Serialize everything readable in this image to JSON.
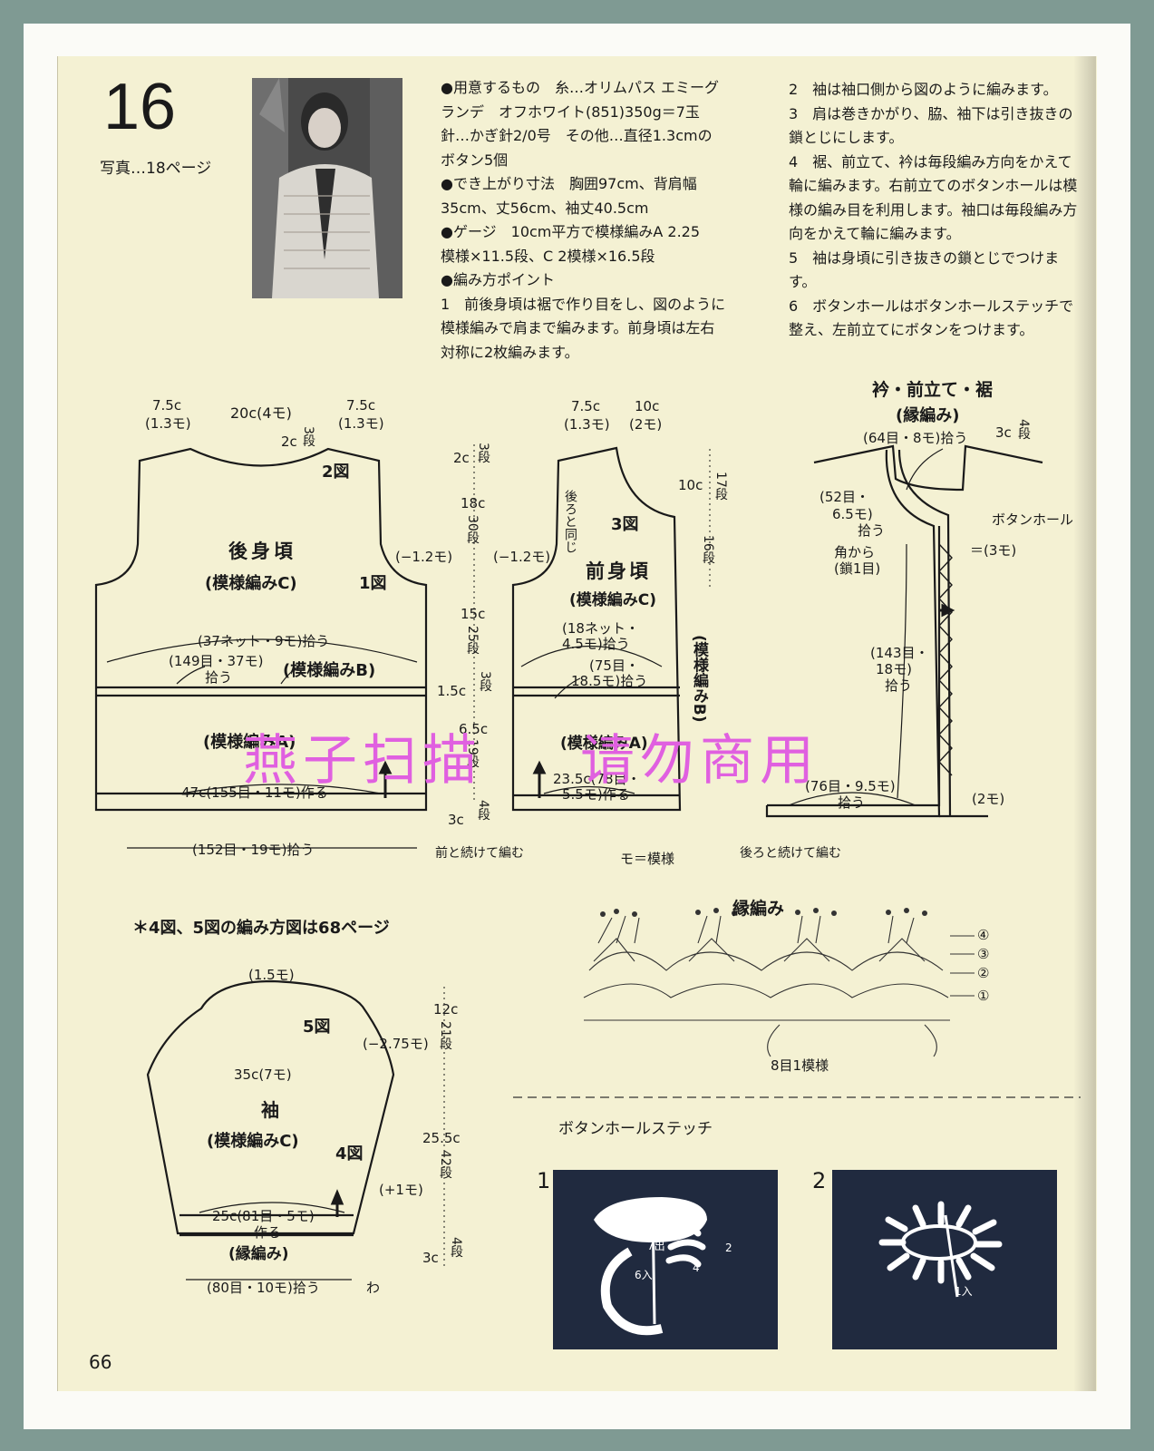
{
  "page": {
    "pattern_number": "16",
    "photo_ref": "写真…18ページ",
    "page_number": "66",
    "watermark_left": "燕子扫描",
    "watermark_right": "请勿商用"
  },
  "materials": {
    "lines": [
      "●用意するもの　糸…オリムパス エミーグ",
      "ランデ　オフホワイト(851)350g＝7玉",
      "針…かぎ針2/0号　その他…直径1.3cmの",
      "ボタン5個",
      "●でき上がり寸法　胸囲97cm、背肩幅",
      "35cm、丈56cm、袖丈40.5cm",
      "●ゲージ　10cm平方で模様編みA 2.25",
      "模様×11.5段、C 2模様×16.5段",
      "●編み方ポイント",
      "1　前後身頃は裾で作り目をし、図のように",
      "模様編みで肩まで編みます。前身頃は左右",
      "対称に2枚編みます。"
    ]
  },
  "steps": {
    "lines": [
      "2　袖は袖口側から図のように編みます。",
      "3　肩は巻きかがり、脇、袖下は引き抜きの",
      "鎖とじにします。",
      "4　裾、前立て、衿は毎段編み方向をかえて",
      "輪に編みます。右前立てのボタンホールは模",
      "様の編み目を利用します。袖口は毎段編み方",
      "向をかえて輪に編みます。",
      "5　袖は身頃に引き抜きの鎖とじでつけま",
      "す。",
      "6　ボタンホールはボタンホールステッチで",
      "整え、左前立てにボタンをつけます。"
    ]
  },
  "back_body": {
    "top_left": "7.5c",
    "top_left_sub": "(1.3モ)",
    "top_mid": "20c(4モ)",
    "top_right": "7.5c",
    "top_right_sub": "(1.3モ)",
    "neck": "2c",
    "neck_rows": "3段",
    "fig": "2図",
    "title": "後身頃",
    "pattern_c": "(模様編みC)",
    "fig1": "1図",
    "armhole_dec": "(−1.2モ)",
    "pickup_37": "(37ネット・9モ)拾う",
    "pickup_149": "(149目・37モ)",
    "pickup_149b": "拾う",
    "pattern_b": "(模様編みB)",
    "pattern_a": "(模様編みA)",
    "cast_on": "47c(155目・11モ)作る",
    "hem_pickup": "(152目・19モ)拾う",
    "continue_front": "前と続けて編む"
  },
  "center_dims": {
    "d1": "2c",
    "r1": "3段",
    "d2": "18c",
    "r2": "30段",
    "d3": "15c",
    "r3": "25段",
    "d4": "1.5c",
    "r4": "3段",
    "d5": "6.5c",
    "r5": "19段",
    "d6": "3c",
    "r6": "4段"
  },
  "front_body": {
    "top_left": "7.5c",
    "top_left_sub": "(1.3モ)",
    "top_right": "10c",
    "top_right_sub": "(2モ)",
    "armhole_dec": "(−1.2モ)",
    "same_as_back": "後ろと同じ",
    "fig": "3図",
    "title": "前身頃",
    "pattern_c": "(模様編みC)",
    "pickup_18": "(18ネット・",
    "pickup_18b": "4.5モ)拾う",
    "pickup_75": "(75目・",
    "pickup_75b": "18.5モ)拾う",
    "pattern_b_vert": "(模様編みB)",
    "pattern_a": "(模様編みA)",
    "cast_on": "23.5c(78目・",
    "cast_on_b": "5.5モ)作る",
    "right_dim": "10c",
    "right_rows": "17段",
    "right_rows2": "16段",
    "legend": "モ＝模様"
  },
  "border": {
    "title": "衿・前立て・裾",
    "subtitle": "(縁編み)",
    "collar_pickup": "(64目・8モ)拾う",
    "collar_dim": "3c",
    "collar_rows": "4段",
    "pickup_52": "(52目・",
    "pickup_52b": "6.5モ)",
    "pickup_52c": "拾う",
    "corner": "角から",
    "corner_b": "(鎖1目)",
    "buttonhole": "ボタンホール",
    "buttonhole_count": "＝(3モ)",
    "pickup_143": "(143目・",
    "pickup_143b": "18モ)",
    "pickup_143c": "拾う",
    "pickup_76": "(76目・9.5モ)",
    "pickup_76b": "拾う",
    "two_mo": "(2モ)",
    "continue_back": "後ろと続けて編む"
  },
  "sleeve": {
    "note": "＊4図、5図の編み方図は68ページ",
    "top": "(1.5モ)",
    "fig5": "5図",
    "cap_dec": "(−2.75モ)",
    "width": "35c(7モ)",
    "title": "袖",
    "pattern_c": "(模様編みC)",
    "fig4": "4図",
    "inc": "(+1モ)",
    "cast_on": "25c(81目・5モ)",
    "cast_on_b": "作る",
    "edging": "(縁編み)",
    "pickup": "(80目・10モ)拾う",
    "loop": "わ",
    "d1": "12c",
    "r1": "21段",
    "d2": "25.5c",
    "r2": "42段",
    "d3": "3c",
    "r3": "4段"
  },
  "edging_chart": {
    "title": "縁編み",
    "repeat": "8目1模様",
    "rows": [
      "④",
      "③",
      "②",
      "①"
    ]
  },
  "buttonhole_stitch": {
    "title": "ボタンホールステッチ",
    "step1": "1",
    "step2": "2",
    "labels": [
      "7出",
      "6入",
      "2",
      "4",
      "1入"
    ]
  }
}
